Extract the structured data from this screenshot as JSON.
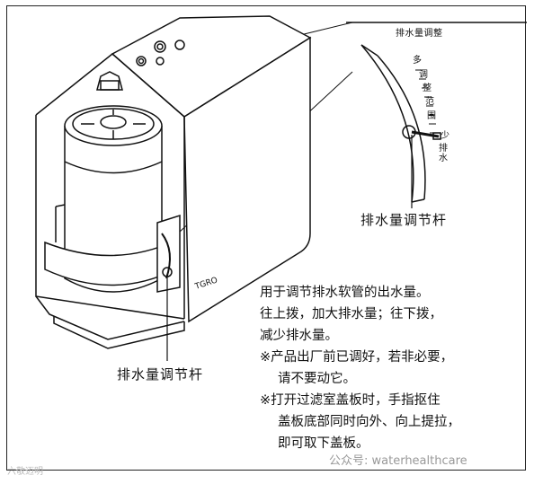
{
  "scale_panel": {
    "title": "排水量调整",
    "labels": [
      "多",
      "调",
      "整",
      "范",
      "围",
      "少",
      "排",
      "水"
    ]
  },
  "lever_callout_top": "排水量调节杆",
  "lever_callout_bottom": "排水量调节杆",
  "description": {
    "line1": "用于调节排水软管的出水量。",
    "line2": "往上拨，加大排水量；往下拨，",
    "line3": "减少排水量。",
    "line4": "※产品出厂前已调好，若非必要，",
    "line5": "请不要动它。",
    "line6": "※打开过滤室盖板时，手指抠住",
    "line7": "盖板底部同时向外、向上提拉，",
    "line8": "即可取下盖板。"
  },
  "watermark_left": "六敬迈明",
  "watermark_right": "公众号: waterhealthcare"
}
